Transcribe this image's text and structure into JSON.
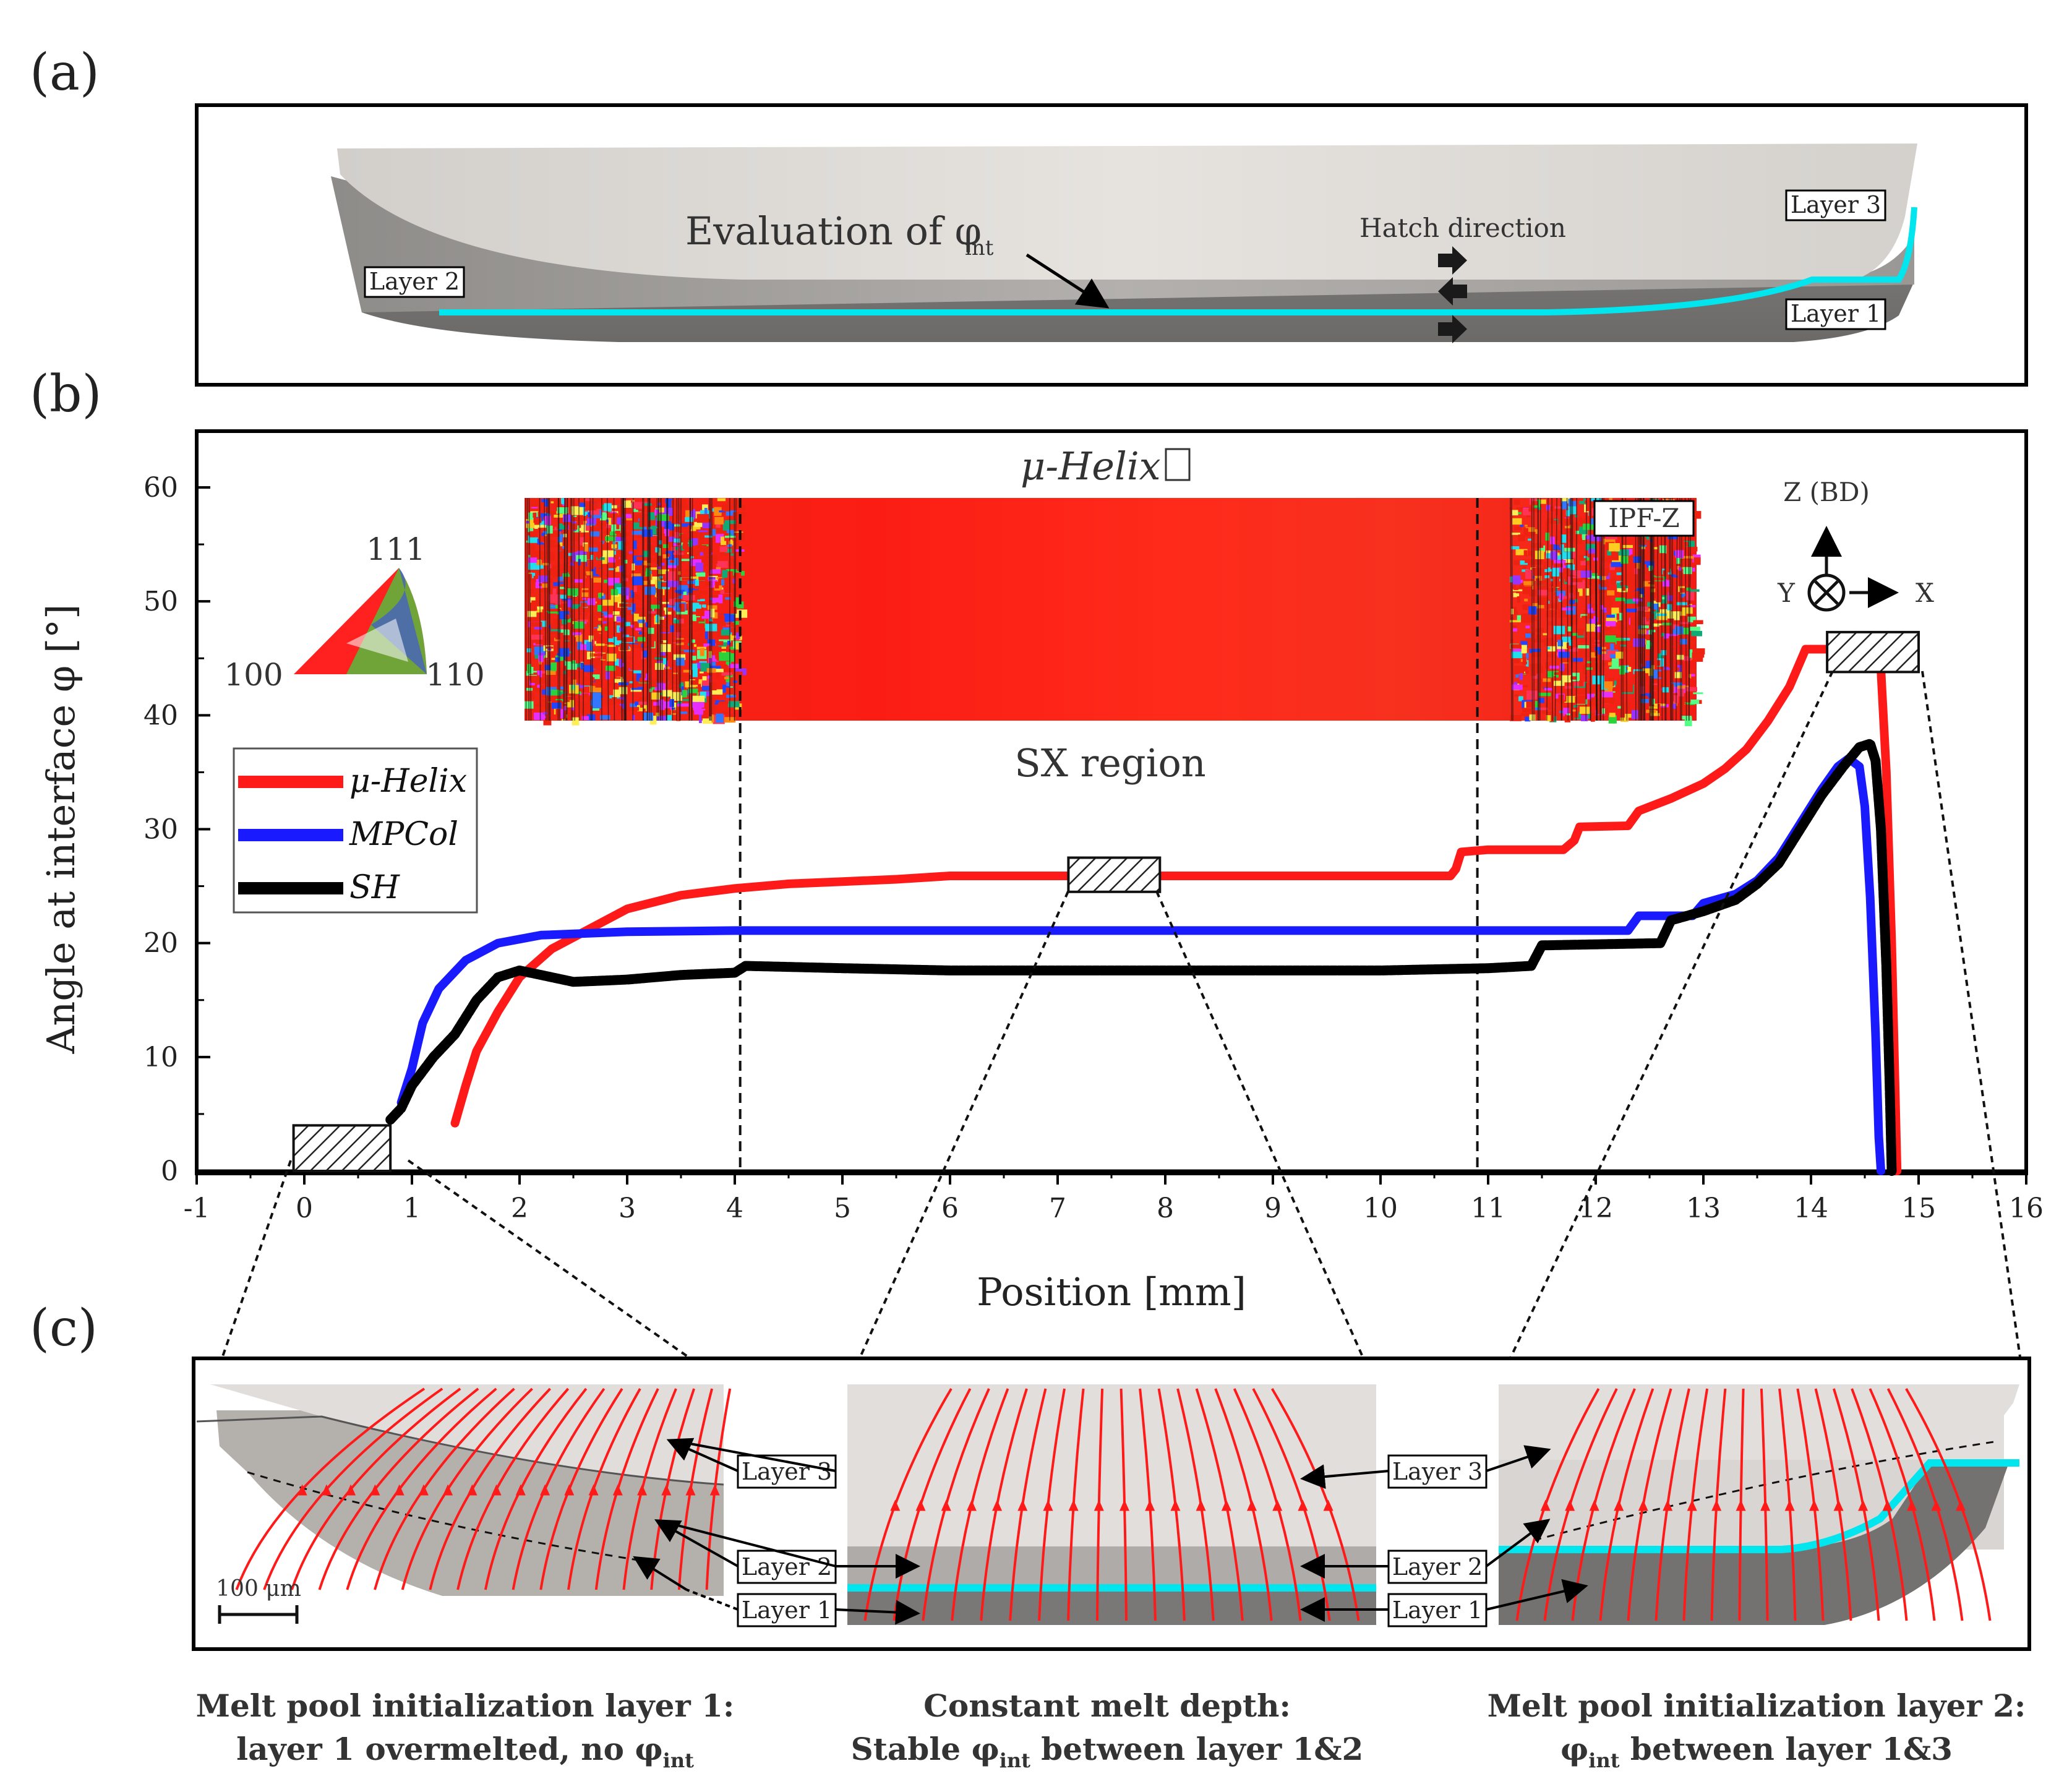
{
  "panels": {
    "a": "(a)",
    "b": "(b)",
    "c": "(c)"
  },
  "panel_a": {
    "evaluation_label": "Evaluation of φ",
    "evaluation_subscript": "int",
    "hatch_direction": "Hatch direction",
    "layer1": "Layer 1",
    "layer2": "Layer 2",
    "layer3": "Layer 3"
  },
  "panel_b": {
    "ebsd_title": "μ-Helix",
    "ipf_label": "IPF-Z",
    "sx_region": "SX region",
    "ipf_triangle": {
      "top": "111",
      "left": "100",
      "right": "110"
    },
    "axes_glyph": {
      "z": "Z (BD)",
      "y": "Y",
      "x": "X"
    }
  },
  "panel_c": {
    "scale_bar": "100 μm",
    "labels": {
      "layer1": "Layer 1",
      "layer2": "Layer 2",
      "layer3": "Layer 3"
    },
    "captions": [
      {
        "line1": "Melt pool initialization layer 1:",
        "line2": "layer 1 overmelted, no φ",
        "sub": "int",
        "line2_tail": ""
      },
      {
        "line1": "Constant melt depth:",
        "line2": "Stable φ",
        "sub": "int",
        "line2_tail": " between layer 1&2"
      },
      {
        "line1": "Melt pool initialization layer 2:",
        "line2": "φ",
        "sub": "int",
        "line2_tail": " between layer 1&3"
      }
    ]
  },
  "colors": {
    "red": "#ff1a1a",
    "blue": "#1a1aff",
    "black": "#000000",
    "cyan": "#00e5ee"
  },
  "chart_data": {
    "type": "line",
    "xlabel": "Position [mm]",
    "ylabel": "Angle at interface φ [°]",
    "xlim": [
      -1,
      16
    ],
    "ylim": [
      0,
      65
    ],
    "xticks": [
      -1,
      0,
      1,
      2,
      3,
      4,
      5,
      6,
      7,
      8,
      9,
      10,
      11,
      12,
      13,
      14,
      15,
      16
    ],
    "yticks": [
      0,
      10,
      20,
      30,
      40,
      50,
      60
    ],
    "legend_position": "left",
    "vlines": [
      4.05,
      10.9
    ],
    "hatched_regions": [
      {
        "x": [
          -0.1,
          0.8
        ],
        "y": [
          0,
          4
        ]
      },
      {
        "x": [
          7.1,
          7.95
        ],
        "y": [
          24.5,
          27.5
        ]
      },
      {
        "x": [
          14.15,
          15.0
        ],
        "y": [
          43.8,
          47.3
        ]
      }
    ],
    "series": [
      {
        "name": "μ-Helix",
        "color": "#ff1a1a",
        "points": [
          [
            1.4,
            4.2
          ],
          [
            1.5,
            7.5
          ],
          [
            1.6,
            10.5
          ],
          [
            1.8,
            14
          ],
          [
            2.0,
            17
          ],
          [
            2.3,
            19.5
          ],
          [
            2.6,
            21
          ],
          [
            3.0,
            23
          ],
          [
            3.5,
            24.2
          ],
          [
            4.0,
            24.8
          ],
          [
            4.5,
            25.2
          ],
          [
            5.0,
            25.4
          ],
          [
            5.5,
            25.6
          ],
          [
            6.0,
            25.9
          ],
          [
            7.0,
            25.9
          ],
          [
            8.0,
            25.9
          ],
          [
            9.0,
            25.9
          ],
          [
            10.0,
            25.9
          ],
          [
            10.65,
            25.9
          ],
          [
            10.7,
            26.5
          ],
          [
            10.75,
            28.0
          ],
          [
            11.0,
            28.2
          ],
          [
            11.7,
            28.2
          ],
          [
            11.8,
            29.0
          ],
          [
            11.85,
            30.2
          ],
          [
            12.3,
            30.3
          ],
          [
            12.4,
            31.6
          ],
          [
            12.7,
            32.7
          ],
          [
            13.0,
            34.0
          ],
          [
            13.2,
            35.3
          ],
          [
            13.4,
            37.0
          ],
          [
            13.6,
            39.5
          ],
          [
            13.8,
            42.5
          ],
          [
            13.95,
            45.8
          ],
          [
            14.6,
            45.8
          ],
          [
            14.65,
            44
          ],
          [
            14.7,
            35
          ],
          [
            14.75,
            20
          ],
          [
            14.78,
            8
          ],
          [
            14.8,
            0
          ]
        ]
      },
      {
        "name": "MPCol",
        "color": "#1a1aff",
        "points": [
          [
            0.9,
            6
          ],
          [
            1.0,
            9
          ],
          [
            1.1,
            13
          ],
          [
            1.25,
            16
          ],
          [
            1.5,
            18.5
          ],
          [
            1.8,
            20
          ],
          [
            2.2,
            20.7
          ],
          [
            3.0,
            21.0
          ],
          [
            4.0,
            21.1
          ],
          [
            6.0,
            21.1
          ],
          [
            8.0,
            21.1
          ],
          [
            10.0,
            21.1
          ],
          [
            11.0,
            21.1
          ],
          [
            12.3,
            21.1
          ],
          [
            12.4,
            22.4
          ],
          [
            12.9,
            22.4
          ],
          [
            13.0,
            23.5
          ],
          [
            13.3,
            24.3
          ],
          [
            13.5,
            25.5
          ],
          [
            13.7,
            27.5
          ],
          [
            13.9,
            30.5
          ],
          [
            14.1,
            33.5
          ],
          [
            14.25,
            35.5
          ],
          [
            14.35,
            36.2
          ],
          [
            14.45,
            35.5
          ],
          [
            14.5,
            32
          ],
          [
            14.55,
            24
          ],
          [
            14.6,
            12
          ],
          [
            14.63,
            3
          ],
          [
            14.65,
            0
          ]
        ]
      },
      {
        "name": "SH",
        "color": "#000000",
        "points": [
          [
            0.8,
            4.5
          ],
          [
            0.9,
            5.5
          ],
          [
            1.0,
            7.5
          ],
          [
            1.2,
            10
          ],
          [
            1.4,
            12
          ],
          [
            1.6,
            15
          ],
          [
            1.8,
            17
          ],
          [
            2.0,
            17.6
          ],
          [
            2.2,
            17.2
          ],
          [
            2.5,
            16.6
          ],
          [
            3.0,
            16.8
          ],
          [
            3.5,
            17.2
          ],
          [
            4.0,
            17.4
          ],
          [
            4.1,
            18.0
          ],
          [
            5.0,
            17.8
          ],
          [
            6.0,
            17.6
          ],
          [
            7.0,
            17.6
          ],
          [
            8.0,
            17.6
          ],
          [
            9.0,
            17.6
          ],
          [
            10.0,
            17.6
          ],
          [
            11.0,
            17.8
          ],
          [
            11.4,
            18.0
          ],
          [
            11.5,
            19.8
          ],
          [
            12.6,
            20.0
          ],
          [
            12.7,
            22.0
          ],
          [
            13.0,
            22.8
          ],
          [
            13.3,
            23.8
          ],
          [
            13.5,
            25.2
          ],
          [
            13.7,
            27.0
          ],
          [
            13.9,
            30.0
          ],
          [
            14.1,
            33.0
          ],
          [
            14.3,
            35.5
          ],
          [
            14.45,
            37.2
          ],
          [
            14.55,
            37.5
          ],
          [
            14.6,
            36
          ],
          [
            14.65,
            30
          ],
          [
            14.7,
            18
          ],
          [
            14.73,
            8
          ],
          [
            14.75,
            0
          ]
        ]
      }
    ]
  }
}
